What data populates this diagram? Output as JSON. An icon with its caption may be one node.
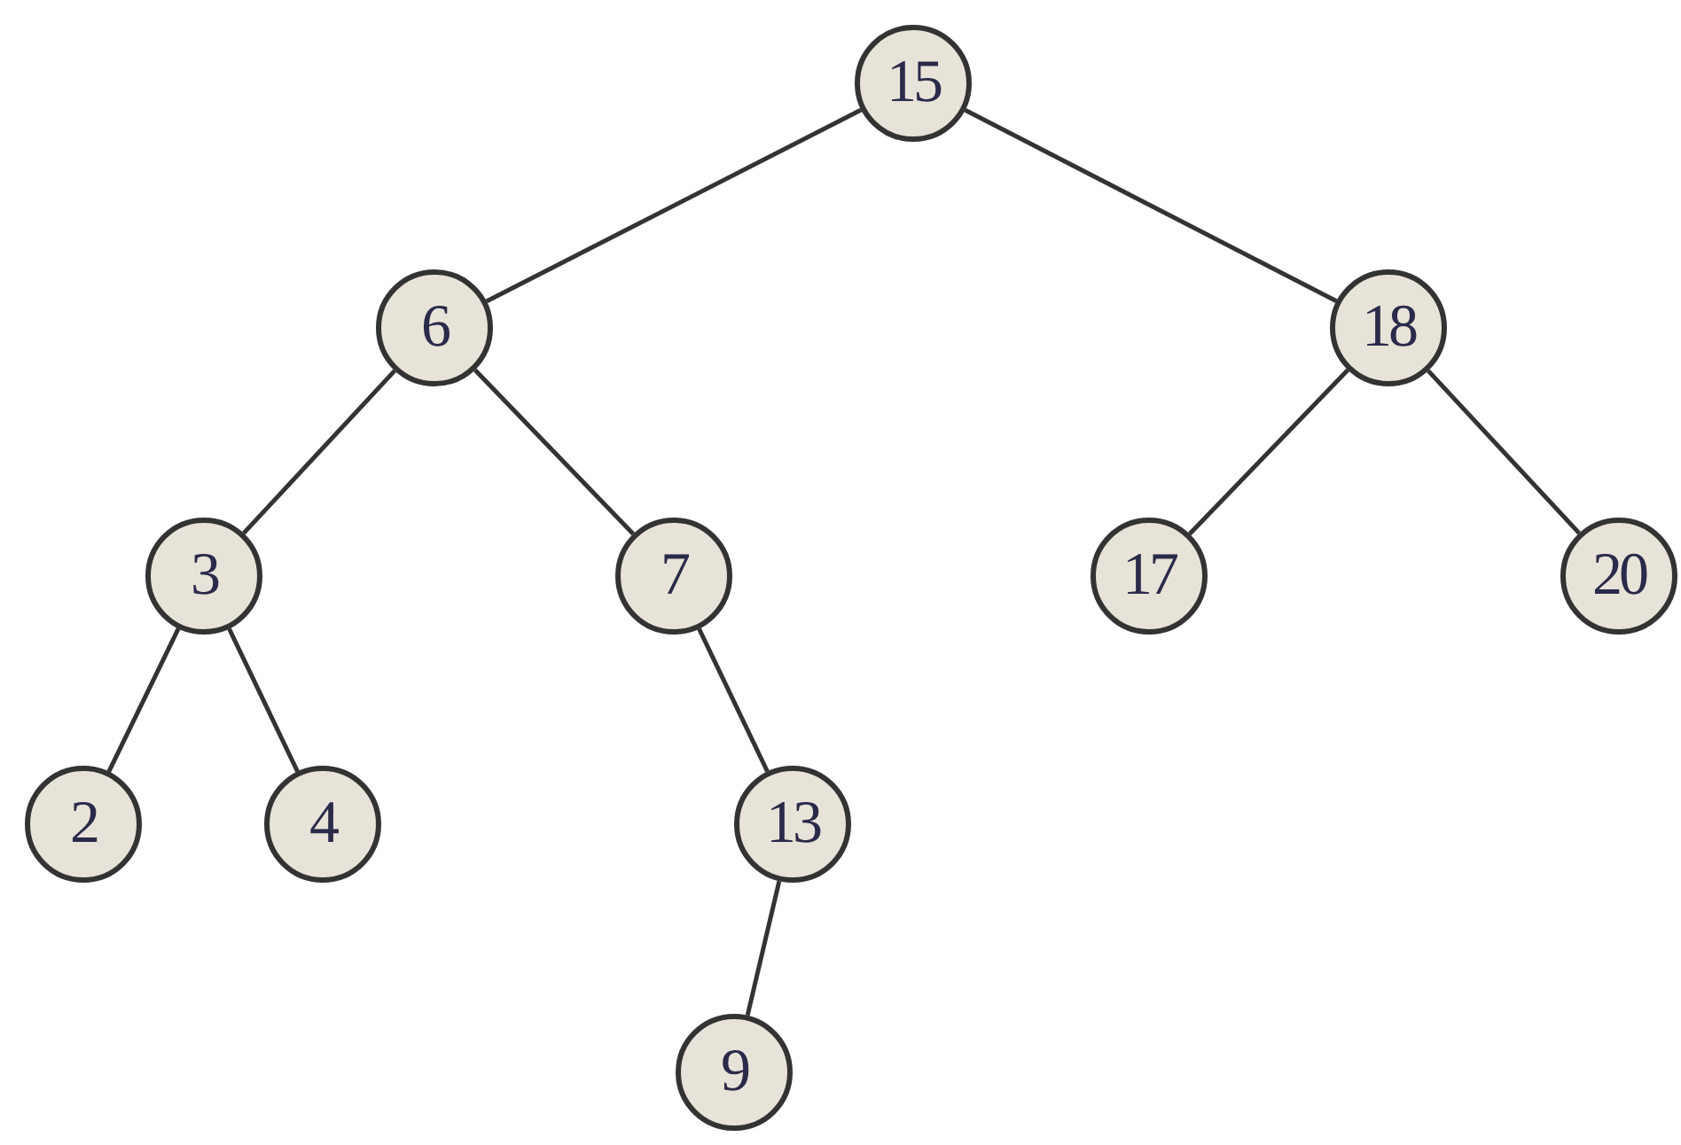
{
  "diagram": {
    "nodes": [
      {
        "text": [
          "15"
        ]
      },
      {
        "text": [
          "6"
        ]
      },
      {
        "text": [
          "18"
        ]
      },
      {
        "text": [
          "3"
        ]
      },
      {
        "text": [
          "7"
        ]
      },
      {
        "text": [
          "17"
        ]
      },
      {
        "text": [
          "20"
        ]
      },
      {
        "text": [
          "2"
        ]
      },
      {
        "text": [
          "4"
        ]
      },
      {
        "text": [
          "13"
        ]
      },
      {
        "text": [
          "9"
        ]
      }
    ],
    "edges": [
      {
        "from": 0,
        "to": 1,
        "arrow": "none"
      },
      {
        "from": 0,
        "to": 2,
        "arrow": "none"
      },
      {
        "from": 1,
        "to": 3,
        "arrow": "none"
      },
      {
        "from": 1,
        "to": 4,
        "arrow": "none"
      },
      {
        "from": 2,
        "to": 5,
        "arrow": "none"
      },
      {
        "from": 2,
        "to": 6,
        "arrow": "none"
      },
      {
        "from": 3,
        "to": 7,
        "arrow": "none"
      },
      {
        "from": 3,
        "to": 8,
        "arrow": "none"
      },
      {
        "from": 4,
        "to": 9,
        "arrow": "none"
      },
      {
        "from": 9,
        "to": 10,
        "arrow": "none"
      }
    ]
  }
}
